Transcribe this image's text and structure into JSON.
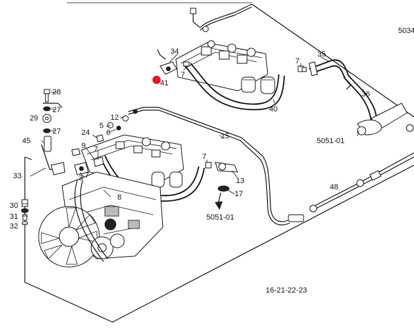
{
  "diagram": {
    "marker_color": "#e8161e",
    "labels": {
      "ref_top_right": "5034",
      "p34": "34",
      "p7a": "7",
      "p41": "41",
      "p7b": "7",
      "p35": "35",
      "p36": "36",
      "p40": "40",
      "ref_5051_right": "5051-01",
      "p28": "28",
      "p27a": "27",
      "p29": "29",
      "p27b": "27",
      "p45": "45",
      "p12": "12",
      "p5": "5",
      "p6": "6",
      "p24": "24",
      "p9": "9",
      "p7c": "7",
      "p7d": "7",
      "p15": "15",
      "p7e": "7",
      "p13": "13",
      "p17": "17",
      "ref_5051_mid": "5051-01",
      "p33": "33",
      "p3": "3",
      "p8": "8",
      "p30": "30",
      "p31": "31",
      "p32": "32",
      "p48": "48",
      "ref_bottom": "16-21-22-23"
    }
  }
}
